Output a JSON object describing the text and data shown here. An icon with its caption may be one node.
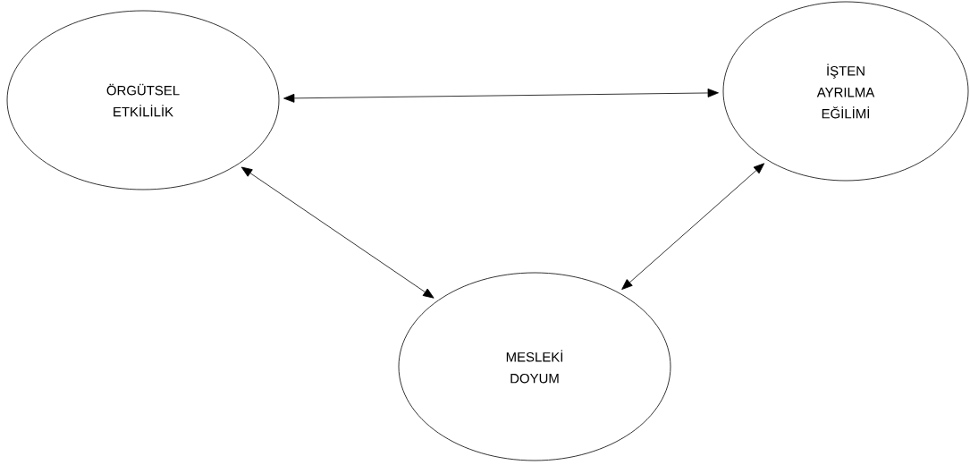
{
  "diagram": {
    "nodes": [
      {
        "text": [
          "ÖRGÜTSEL ETKİLİLİK"
        ]
      },
      {
        "text": [
          "İŞTEN AYRILMA EĞİLİMİ"
        ]
      },
      {
        "text": [
          "MESLEKİ DOYUM"
        ]
      }
    ],
    "edges": [
      {
        "from": 0,
        "to": 1,
        "arrow": "both"
      },
      {
        "from": 0,
        "to": 2,
        "arrow": "both"
      },
      {
        "from": 2,
        "to": 1,
        "arrow": "both"
      }
    ]
  }
}
